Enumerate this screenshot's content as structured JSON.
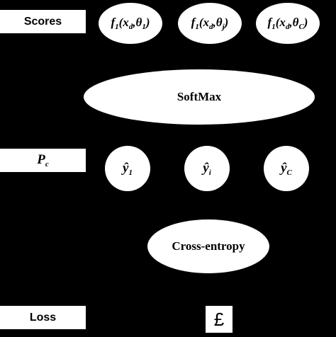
{
  "labels": {
    "scores": "Scores",
    "pc_main": "P",
    "pc_sub": "c",
    "loss": "Loss"
  },
  "score_nodes": [
    {
      "f": "f",
      "f_sub": "1",
      "x": "x",
      "x_sub": "d",
      "theta_sub": "1"
    },
    {
      "f": "f",
      "f_sub": "1",
      "x": "x",
      "x_sub": "d",
      "theta_sub": "j"
    },
    {
      "f": "f",
      "f_sub": "1",
      "x": "x",
      "x_sub": "d",
      "theta_sub": "C"
    }
  ],
  "softmax": "SoftMax",
  "prob_nodes": [
    {
      "symbol": "ŷ",
      "sub": "1"
    },
    {
      "symbol": "ŷ",
      "sub": "i"
    },
    {
      "symbol": "ŷ",
      "sub": "C"
    }
  ],
  "cross_entropy": "Cross-entropy",
  "loss_symbol": "£"
}
